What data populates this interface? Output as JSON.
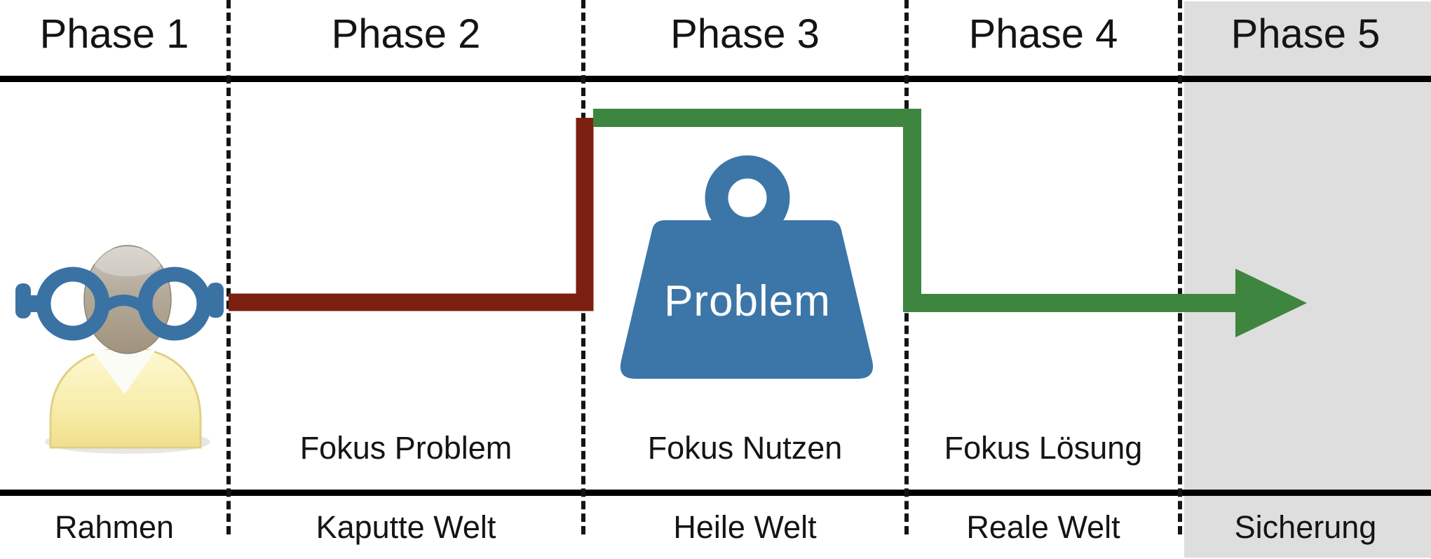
{
  "phases": [
    {
      "label": "Phase 1",
      "focus": "",
      "bottom": "Rahmen"
    },
    {
      "label": "Phase 2",
      "focus": "Fokus Problem",
      "bottom": "Kaputte Welt"
    },
    {
      "label": "Phase 3",
      "focus": "Fokus Nutzen",
      "bottom": "Heile Welt"
    },
    {
      "label": "Phase 4",
      "focus": "Fokus Lösung",
      "bottom": "Reale Welt"
    },
    {
      "label": "Phase 5",
      "focus": "",
      "bottom": "Sicherung"
    }
  ],
  "weight": {
    "label": "Problem"
  },
  "icons": {
    "person": "person-with-glasses-icon",
    "weight": "weight-icon",
    "arrow": "flow-arrow-icon"
  },
  "colors": {
    "path_red": "#7b2011",
    "path_green": "#3e8540",
    "weight_blue": "#3c76a8",
    "glasses_blue": "#3a72a4",
    "phase5_bg": "#dedede",
    "rule": "#000000",
    "text": "#141414"
  }
}
